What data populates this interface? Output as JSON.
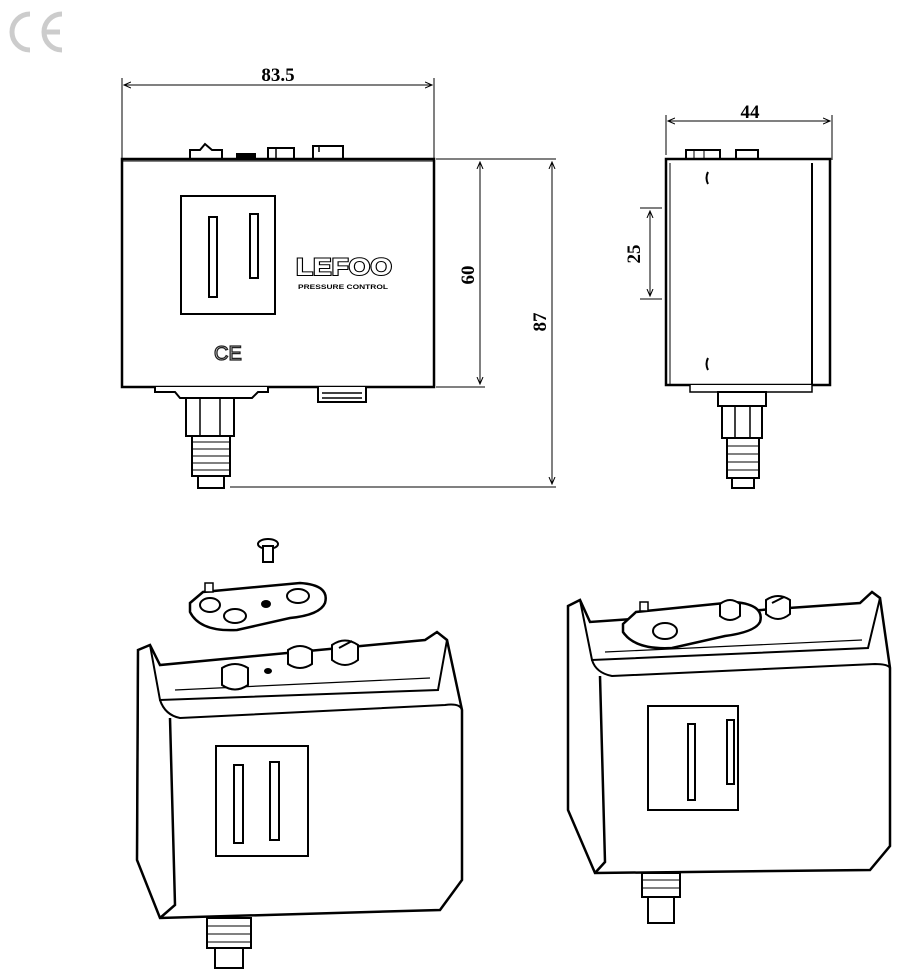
{
  "logo": {
    "ce_mark": "CE"
  },
  "front_view": {
    "width_dim": "83.5",
    "body_height_dim": "60",
    "total_height_dim": "87",
    "brand": "LEFOO",
    "brand_subtitle": "PRESSURE CONTROL",
    "ce_mark": "CE"
  },
  "side_view": {
    "depth_dim": "44",
    "slot_dim": "25"
  }
}
